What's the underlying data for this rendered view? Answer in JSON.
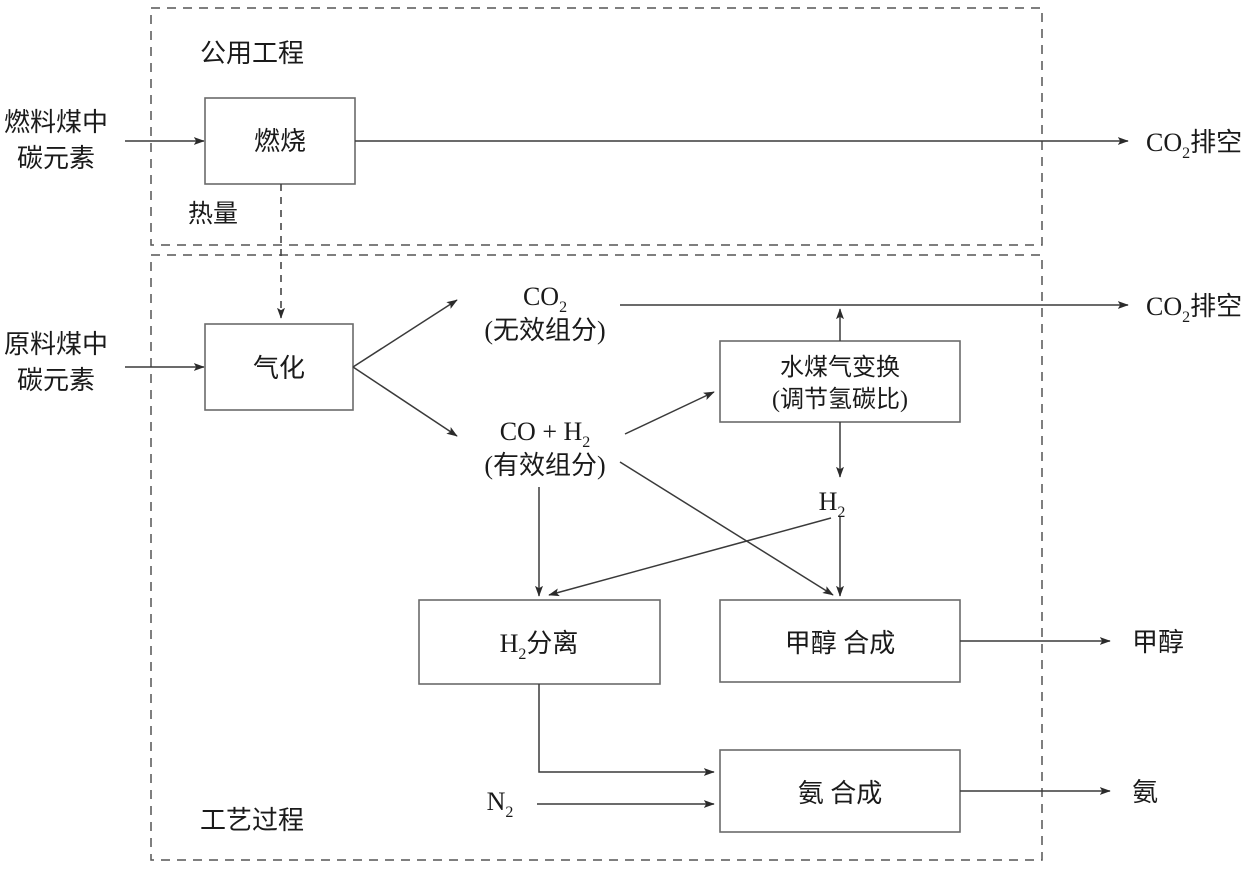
{
  "diagram": {
    "title_hidden": "",
    "panels": [
      {
        "id": "utility",
        "label": "公用工程"
      },
      {
        "id": "process",
        "label": "工艺过程"
      }
    ],
    "boxes": [
      {
        "id": "combustion",
        "label": "燃烧"
      },
      {
        "id": "gasification",
        "label": "气化"
      },
      {
        "id": "water-gas-shift",
        "label_line1": "水煤气变换",
        "label_line2": "(调节氢碳比)"
      },
      {
        "id": "h2-separation",
        "label": "H",
        "label_sub": "2",
        "label_rest": "分离"
      },
      {
        "id": "methanol-synthesis",
        "label": "甲醇 合成"
      },
      {
        "id": "ammonia-synthesis",
        "label": "氨 合成"
      }
    ],
    "inputs": [
      {
        "id": "fuel-coal-carbon",
        "line1": "燃料煤中",
        "line2": "碳元素"
      },
      {
        "id": "feed-coal-carbon",
        "line1": "原料煤中",
        "line2": "碳元素"
      },
      {
        "id": "nitrogen",
        "label": "N",
        "sub": "2"
      }
    ],
    "outputs": [
      {
        "id": "co2-vent-top",
        "label": "CO",
        "sub": "2",
        "rest": "排空"
      },
      {
        "id": "co2-vent-process",
        "label": "CO",
        "sub": "2",
        "rest": "排空"
      },
      {
        "id": "methanol",
        "label": "甲醇"
      },
      {
        "id": "ammonia",
        "label": "氨"
      }
    ],
    "stream_labels": [
      {
        "id": "heat",
        "label": "热量"
      },
      {
        "id": "co2-inert",
        "line1": "CO",
        "sub1": "2",
        "line2": "(无效组分)"
      },
      {
        "id": "syngas",
        "line1": "CO + H",
        "sub1": "2",
        "line2": "(有效组分)"
      },
      {
        "id": "hydrogen",
        "label": "H",
        "sub": "2"
      }
    ],
    "colors": {
      "box_stroke": "#6b6b6b",
      "panel_stroke": "#555555",
      "line": "#3a3a3a",
      "text": "#1a1a1a",
      "background": "#ffffff"
    }
  }
}
